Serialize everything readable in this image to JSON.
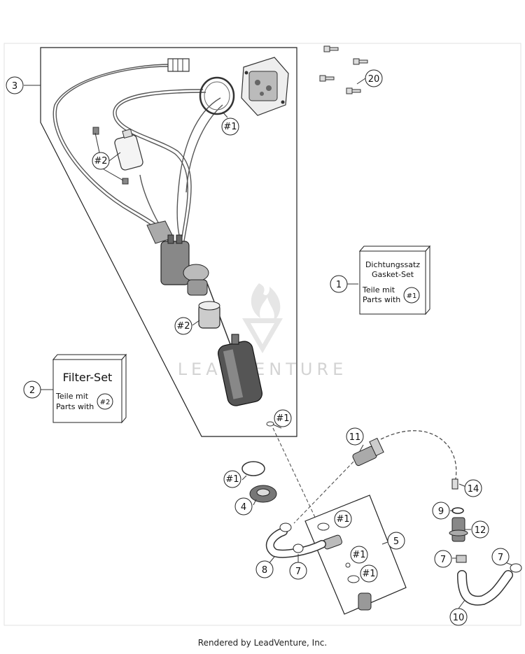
{
  "callouts": {
    "c1": "1",
    "c2": "2",
    "c3": "3",
    "c4": "4",
    "c5": "5",
    "c7a": "7",
    "c7b": "7",
    "c7c": "7",
    "c8": "8",
    "c9": "9",
    "c10": "10",
    "c11": "11",
    "c12": "12",
    "c14": "14",
    "c20": "20",
    "h1_seal": "#1",
    "h2_filter": "#2",
    "h2_strainer": "#2",
    "h1_pump": "#1",
    "h1_oring": "#1",
    "h1_block_a": "#1",
    "h1_block_b": "#1",
    "h1_block_c": "#1"
  },
  "gasket_box": {
    "title_de": "Dichtungssatz",
    "title_en": "Gasket-Set",
    "line_de": "Teile mit",
    "line_en": "Parts with",
    "ref": "#1"
  },
  "filter_box": {
    "title": "Filter-Set",
    "line_de": "Teile mit",
    "line_en": "Parts with",
    "ref": "#2"
  },
  "watermark": "LEADVENTURE",
  "footer": "Rendered by LeadVenture, Inc."
}
